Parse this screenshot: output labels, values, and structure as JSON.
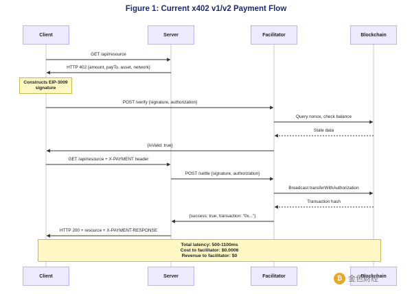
{
  "title": "Figure 1: Current x402 v1/v2 Payment Flow",
  "participants": [
    "Client",
    "Server",
    "Facilitator",
    "Blockchain"
  ],
  "messages": [
    {
      "from": 0,
      "to": 1,
      "text": "GET /api/resource",
      "style": "solid"
    },
    {
      "from": 1,
      "to": 0,
      "text": "HTTP 402 {amount, payTo, asset, network}",
      "style": "solid"
    },
    {
      "from": 0,
      "to": 2,
      "text": "POST /verify {signature, authorization}",
      "style": "solid"
    },
    {
      "from": 2,
      "to": 3,
      "text": "Query nonce, check balance",
      "style": "solid"
    },
    {
      "from": 3,
      "to": 2,
      "text": "State data",
      "style": "dotted"
    },
    {
      "from": 2,
      "to": 0,
      "text": "{isValid: true}",
      "style": "solid"
    },
    {
      "from": 0,
      "to": 1,
      "text": "GET /api/resource + X-PAYMENT header",
      "style": "solid"
    },
    {
      "from": 1,
      "to": 2,
      "text": "POST /settle {signature, authorization}",
      "style": "solid"
    },
    {
      "from": 2,
      "to": 3,
      "text": "Broadcast transferWithAuthorization",
      "style": "solid"
    },
    {
      "from": 3,
      "to": 2,
      "text": "Transaction hash",
      "style": "dotted"
    },
    {
      "from": 2,
      "to": 1,
      "text": "{success: true, transaction: \"0x...\"}",
      "style": "solid"
    },
    {
      "from": 1,
      "to": 0,
      "text": "HTTP 200 + resource + X-PAYMENT-RESPONSE",
      "style": "solid"
    }
  ],
  "notes": {
    "signature": [
      "Constructs EIP-3009",
      "signature"
    ],
    "summary": [
      "Total latency: 500-1100ms",
      "Cost to facilitator: $0.0006",
      "Revenue to facilitator: $0"
    ]
  },
  "watermark": {
    "text": "金色财经",
    "icon": "gold-finance-logo-icon"
  },
  "colors": {
    "title": "#1b2a6b",
    "actor_fill": "#ecebfd",
    "actor_border": "#b9b6e8",
    "note_fill": "#fff8c4",
    "lifeline": "#c8c8c8",
    "arrow": "#333333"
  }
}
